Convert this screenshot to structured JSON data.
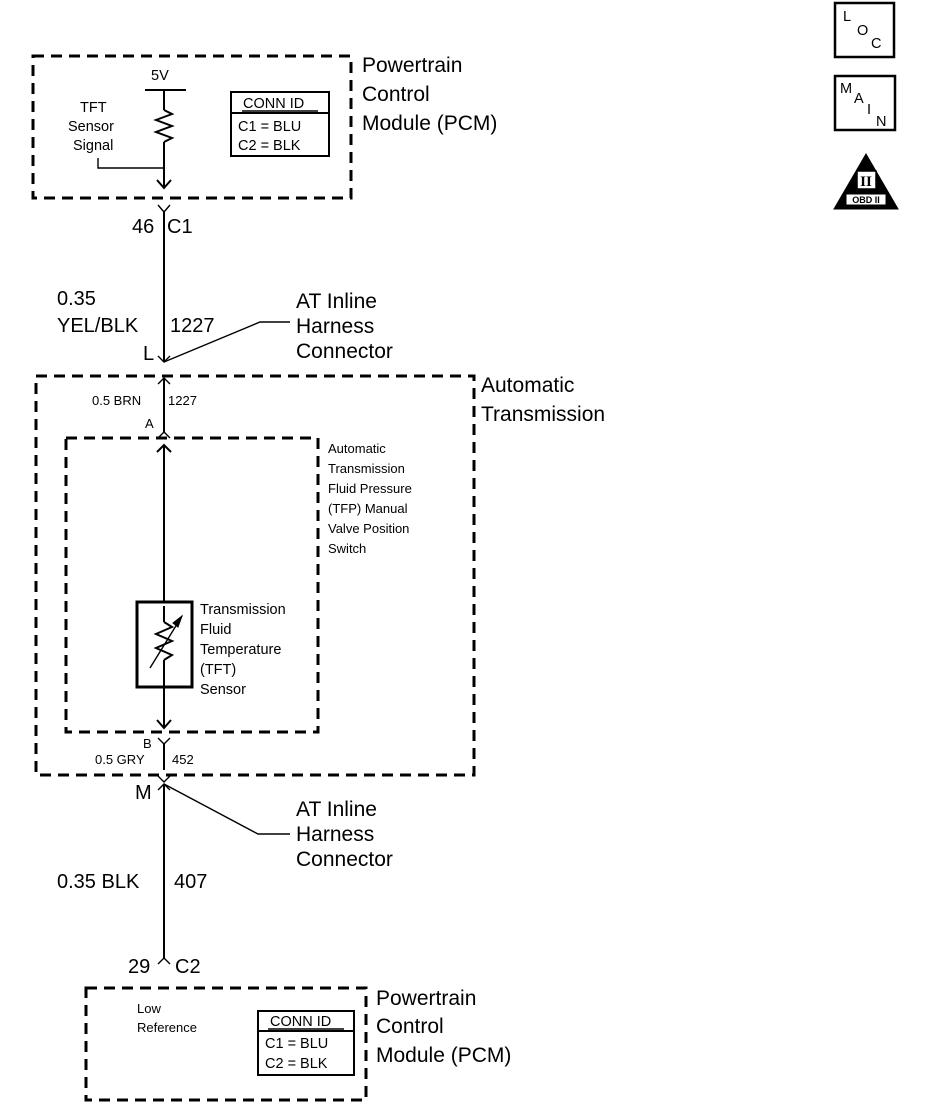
{
  "pcm_top": {
    "title_lines": [
      "Powertrain",
      "Control",
      "Module (PCM)"
    ],
    "voltage": "5V",
    "signal_lines": [
      "TFT",
      "Sensor",
      "Signal"
    ],
    "conn_id": {
      "header": "CONN ID",
      "c1": "C1 = BLU",
      "c2": "C2 = BLK"
    }
  },
  "pin_46": {
    "pin": "46",
    "connector": "C1"
  },
  "wire_1227_harness": {
    "size": "0.35",
    "color": "YEL/BLK",
    "circuit": "1227"
  },
  "inline_connector_1": {
    "lines": [
      "AT Inline",
      "Harness",
      "Connector"
    ],
    "pin": "L"
  },
  "auto_trans": {
    "title_lines": [
      "Automatic",
      "Transmission"
    ],
    "wire_1227_internal": {
      "label": "0.5 BRN",
      "circuit": "1227"
    },
    "pin_a": "A",
    "pin_b": "B",
    "wire_452": {
      "label": "0.5 GRY",
      "circuit": "452"
    }
  },
  "tfp_switch": {
    "lines": [
      "Automatic",
      "Transmission",
      "Fluid Pressure",
      "(TFP) Manual",
      "Valve Position",
      "Switch"
    ]
  },
  "tft_sensor": {
    "lines": [
      "Transmission",
      "Fluid",
      "Temperature",
      "(TFT)",
      "Sensor"
    ]
  },
  "inline_connector_2": {
    "lines": [
      "AT Inline",
      "Harness",
      "Connector"
    ],
    "pin": "M"
  },
  "wire_407": {
    "label": "0.35 BLK",
    "circuit": "407"
  },
  "pin_29": {
    "pin": "29",
    "connector": "C2"
  },
  "pcm_bottom": {
    "title_lines": [
      "Powertrain",
      "Control",
      "Module (PCM)"
    ],
    "ref_lines": [
      "Low",
      "Reference"
    ],
    "conn_id": {
      "header": "CONN ID",
      "c1": "C1 = BLU",
      "c2": "C2 = BLK"
    }
  },
  "side_icons": {
    "loc": {
      "l": "L",
      "o": "O",
      "c": "C"
    },
    "main": {
      "m": "M",
      "a": "A",
      "i": "I",
      "n": "N"
    },
    "obd": {
      "roman": "II",
      "label": "OBD II"
    }
  },
  "colors": {
    "ink": "#000000",
    "paper": "#ffffff"
  }
}
